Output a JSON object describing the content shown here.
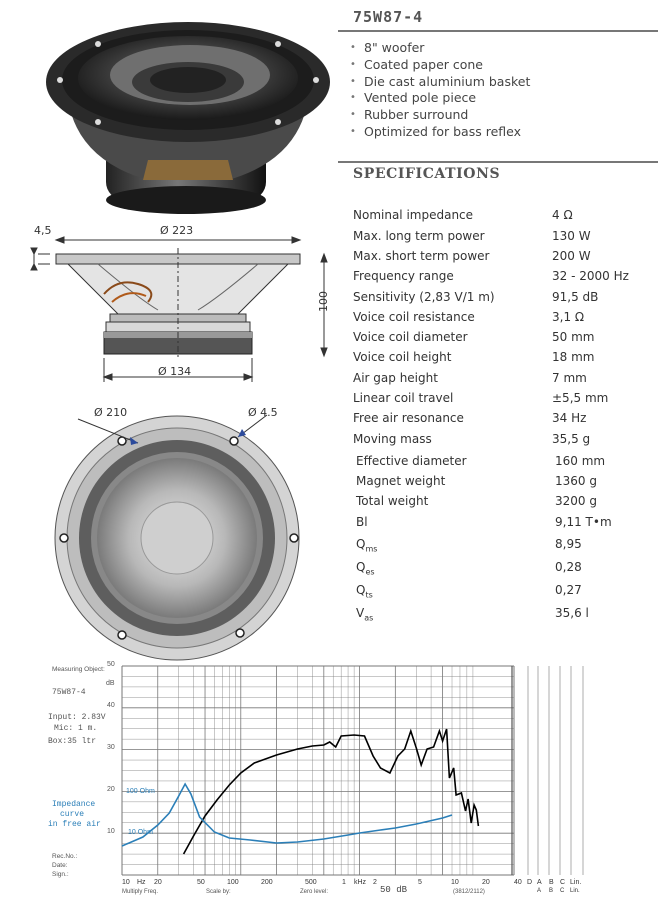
{
  "product": {
    "model": "75W87-4",
    "features": [
      "8\" woofer",
      "Coated paper cone",
      "Die cast aluminium basket",
      "Vented pole piece",
      "Rubber surround",
      "Optimized for bass reflex"
    ]
  },
  "drawing": {
    "side_top_offset": "4,5",
    "side_width": "Ø 223",
    "side_height": "100",
    "magnet_width": "Ø 134",
    "front_bolt_circle": "Ø 210",
    "front_hole": "Ø 4.5"
  },
  "specifications": {
    "title": "SPECIFICATIONS",
    "rows": [
      {
        "label": "Nominal impedance",
        "value": "4 Ω"
      },
      {
        "label": "Max. long term power",
        "value": "130 W"
      },
      {
        "label": "Max. short term power",
        "value": "200 W"
      },
      {
        "label": "Frequency range",
        "value": "32 - 2000 Hz"
      },
      {
        "label": "Sensitivity (2,83 V/1 m)",
        "value": "91,5 dB"
      },
      {
        "label": "Voice coil resistance",
        "value": "3,1 Ω"
      },
      {
        "label": "Voice coil diameter",
        "value": "50 mm"
      },
      {
        "label": "Voice coil height",
        "value": "18 mm"
      },
      {
        "label": "Air gap height",
        "value": "7 mm"
      },
      {
        "label": "Linear coil travel",
        "value": "±5,5 mm"
      },
      {
        "label": "Free air resonance",
        "value": "34 Hz"
      },
      {
        "label": "Moving mass",
        "value": "35,5 g"
      },
      {
        "label": "Effective diameter",
        "value": "160 mm"
      },
      {
        "label": "Magnet weight",
        "value": "1360 g"
      },
      {
        "label": "Total weight",
        "value": "3200 g"
      },
      {
        "label": "Bl",
        "value": "9,11 T•m"
      }
    ],
    "q_rows": [
      {
        "main": "Q",
        "sub": "ms",
        "value": "8,95"
      },
      {
        "main": "Q",
        "sub": "es",
        "value": "0,28"
      },
      {
        "main": "Q",
        "sub": "ts",
        "value": "0,27"
      },
      {
        "main": "V",
        "sub": "as",
        "value": "35,6 l"
      }
    ]
  },
  "graph": {
    "measuring_object_label": "Measuring Object:",
    "object": "75W87-4",
    "input": "Input: 2.83V",
    "mic": "Mic: 1 m.",
    "box": "Box:35 ltr",
    "impedance_note": [
      "Impedance",
      "curve",
      "in free air"
    ],
    "rec_no": "Rec.No.:",
    "date": "Date:",
    "sign": "Sign.:",
    "db_label": "dB",
    "y_ticks": [
      "50",
      "40",
      "30",
      "20",
      "10"
    ],
    "ohm_100": "100 Ohm",
    "ohm_10": "10 Ohm",
    "x_ticks": [
      "10",
      "Hz",
      "20",
      "50",
      "100",
      "200",
      "500",
      "1",
      "kHz",
      "2",
      "5",
      "10",
      "20",
      "40"
    ],
    "right_cols": [
      "D",
      "A",
      "B",
      "C",
      "Lin."
    ],
    "right_cols_bottom": [
      "A",
      "B",
      "C",
      "Lin."
    ],
    "multiply_freq": "Multiply Freq.",
    "scale_by": "Scale by:",
    "zero_level": "Zero level:",
    "zero_value": "50 dB",
    "form_code": "(3812/2112)"
  },
  "colors": {
    "frequency_response": "#000000",
    "impedance_curve": "#2b7fb8",
    "grid": "#777777"
  }
}
